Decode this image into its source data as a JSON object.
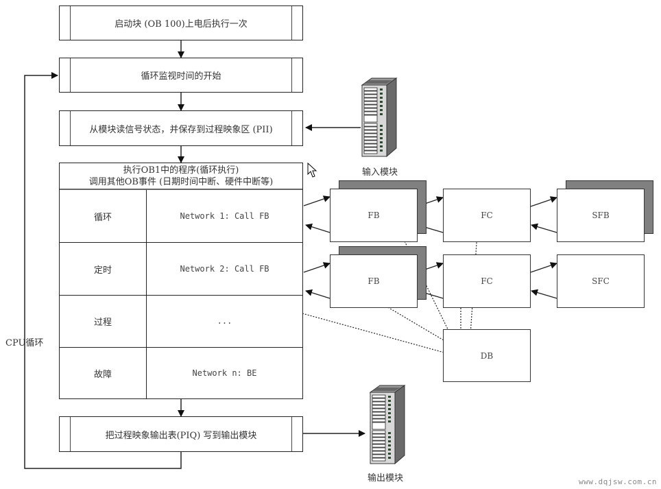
{
  "flow": {
    "startup_block": "启动块 (OB 100)上电后执行一次",
    "cycle_monitor_start": "循环监视时间的开始",
    "read_inputs": "从模块读信号状态，并保存到过程映象区 (PII)",
    "execute_ob1_line1": "执行OB1中的程序(循环执行)",
    "execute_ob1_line2": "调用其他OB事件 (日期时间中断、硬件中断等)",
    "rows": [
      {
        "event": "循环",
        "network": "Network 1: Call FB"
      },
      {
        "event": "定时",
        "network": "Network 2: Call FB"
      },
      {
        "event": "过程",
        "network": "..."
      },
      {
        "event": "故障",
        "network": "Network n: BE"
      }
    ],
    "write_outputs": "把过程映象输出表(PIQ) 写到输出模块",
    "cpu_cycle_label": "CPU循环"
  },
  "modules": {
    "input_label": "输入模块",
    "output_label": "输出模块"
  },
  "blocks": {
    "fb1": "FB",
    "fc1": "FC",
    "sfb": "SFB",
    "fb2": "FB",
    "fc2": "FC",
    "sfc": "SFC",
    "db": "DB"
  },
  "watermark": "www.dqjsw.com.cn",
  "colors": {
    "line": "#222222",
    "shadow": "#808080",
    "module_body": "#d8d8d8"
  }
}
